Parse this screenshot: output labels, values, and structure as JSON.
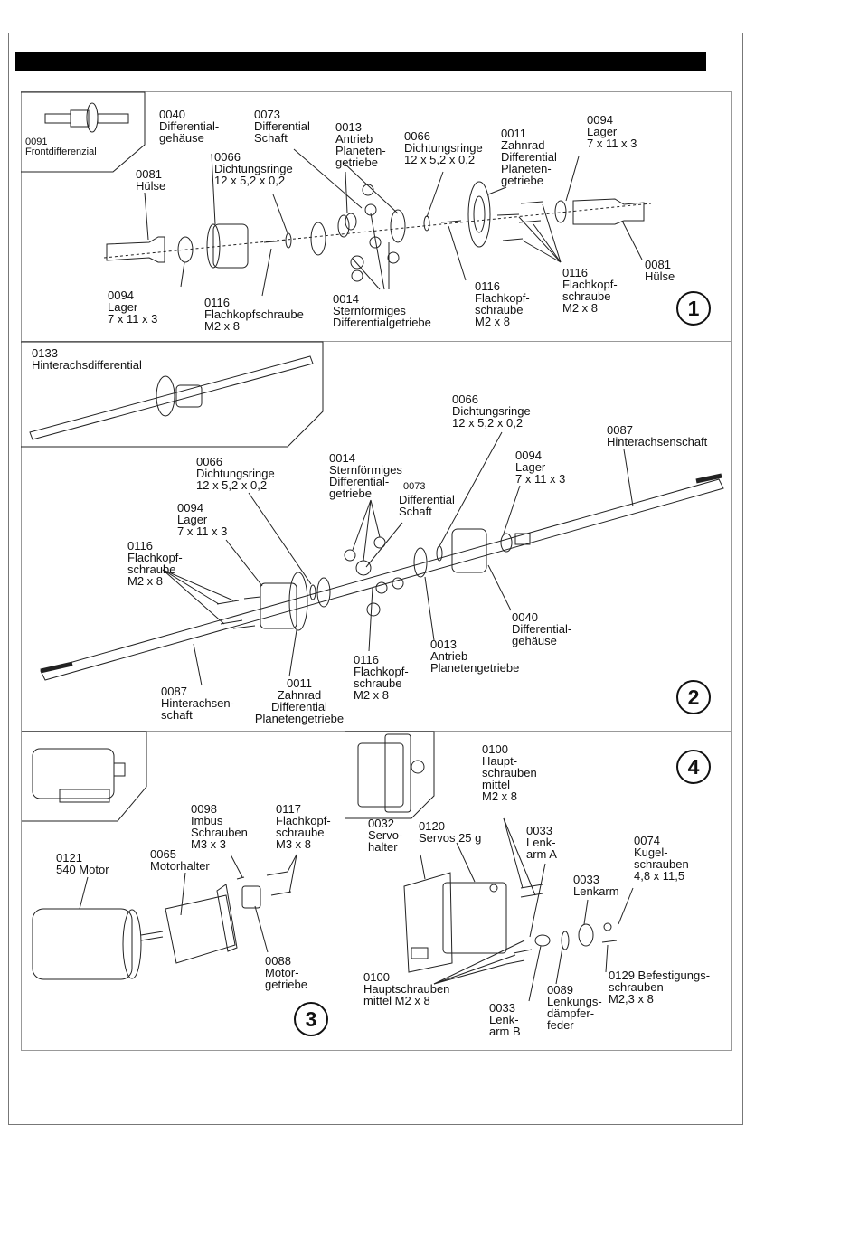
{
  "labels": {
    "p1_inset": "0091\nFrontdifferenzial",
    "p1_0040": "0040\nDifferential-\ngehäuse",
    "p1_0073": "0073\nDifferential\nSchaft",
    "p1_0013": "0013\nAntrieb\nPlaneten-\ngetriebe",
    "p1_0066a": "0066\nDichtungsringe\n12 x 5,2 x 0,2",
    "p1_0011": "0011\nZahnrad\nDifferential\nPlaneten-\ngetriebe",
    "p1_0094a": "0094\nLager\n7 x 11 x 3",
    "p1_0066b": "0066\nDichtungsringe\n12 x 5,2 x 0,2",
    "p1_0081a": "0081\nHülse",
    "p1_0081b": "0081\nHülse",
    "p1_0094b": "0094\nLager\n7 x 11 x 3",
    "p1_0116a": "0116\nFlachkopfschraube\nM2 x 8",
    "p1_0014": "0014\nSternförmiges\nDifferentialgetriebe",
    "p1_0116b": "0116\nFlachkopf-\nschraube\nM2 x 8",
    "p1_0116c": "0116\nFlachkopf-\nschraube\nM2 x 8",
    "p2_inset": "0133\nHinterachsdifferential",
    "p2_0066a": "0066\nDichtungsringe\n12 x 5,2 x 0,2",
    "p2_0087a": "0087\nHinterachsenschaft",
    "p2_0066b": "0066\nDichtungsringe\n12 x 5,2 x 0,2",
    "p2_0014": "0014\nSternförmiges\nDifferential-\ngetriebe",
    "p2_0073": "0073",
    "p2_0073b": "Differential\nSchaft",
    "p2_0094a": "0094\nLager\n7 x 11 x 3",
    "p2_0094b": "0094\nLager\n7 x 11 x 3",
    "p2_0116a": "0116\nFlachkopf-\nschraube\nM2 x 8",
    "p2_0040": "0040\nDifferential-\ngehäuse",
    "p2_0013": "0013\nAntrieb\nPlanetengetriebe",
    "p2_0116b": "0116\nFlachkopf-\nschraube\nM2 x 8",
    "p2_0087b": "0087\nHinterachsen-\nschaft",
    "p2_0011": "0011\nZahnrad\nDifferential\nPlanetengetriebe",
    "p3_0098": "0098\nImbus\nSchrauben\nM3 x 3",
    "p3_0117": "0117\nFlachkopf-\nschraube\nM3 x 8",
    "p3_0121": "0121\n540 Motor",
    "p3_0065": "0065\nMotorhalter",
    "p3_0088": "0088\nMotor-\ngetriebe",
    "p4_0100a": "0100\nHaupt-\nschrauben\nmittel\nM2 x 8",
    "p4_0032": "0032\nServo-\nhalter",
    "p4_0120": "0120\nServos 25 g",
    "p4_0033a": "0033\nLenk-\narm A",
    "p4_0074": "0074\nKugel-\nschrauben\n4,8 x 11,5",
    "p4_0033b": "0033\nLenkarm",
    "p4_0100b": "0100\nHauptschrauben\nmittel M2 x 8",
    "p4_0089": "0089\nLenkungs-\ndämpfer-\nfeder",
    "p4_0129": "0129 Befestigungs-\nschrauben\nM2,3 x 8",
    "p4_0033c": "0033\nLenk-\narm B"
  },
  "badges": {
    "b1": "1",
    "b2": "2",
    "b3": "3",
    "b4": "4"
  }
}
